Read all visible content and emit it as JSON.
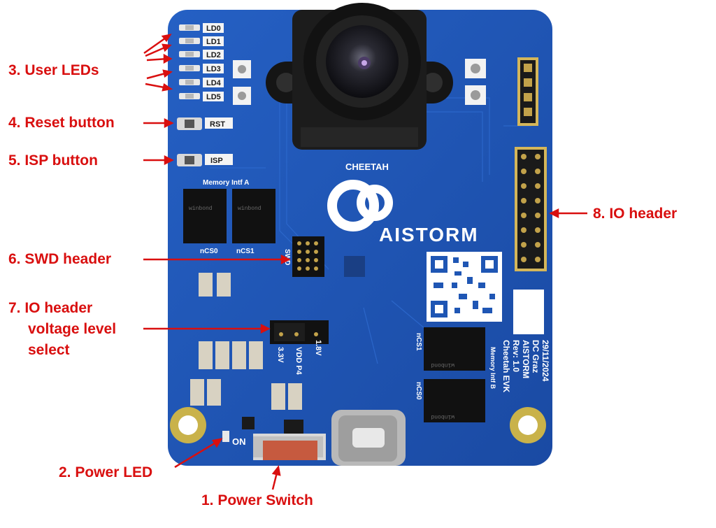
{
  "callouts": {
    "user_leds": "3. User LEDs",
    "reset_button": "4. Reset button",
    "isp_button": "5. ISP button",
    "swd_header": "6. SWD header",
    "io_voltage_line1": "7. IO header",
    "io_voltage_line2": "voltage level",
    "io_voltage_line3": "select",
    "io_header": "8. IO header",
    "power_led": "2. Power LED",
    "power_switch": "1. Power Switch"
  },
  "board_silk": {
    "leds": [
      "LD0",
      "LD1",
      "LD2",
      "LD3",
      "LD4",
      "LD5"
    ],
    "rst": "RST",
    "isp": "ISP",
    "camera_label": "CHEETAH",
    "brand": "AISTORM",
    "mem_a": "Memory Intf A",
    "ncs0": "nCS0",
    "ncs1": "nCS1",
    "swd": "SWD",
    "v33": "3.3V",
    "vddp4": "VDD P4",
    "v18": "1.8V",
    "on": "ON",
    "ncs1_b": "nCS1",
    "ncs0_b": "nCS0",
    "mem_b": "Memory Intf B",
    "info": [
      "Cheetah EVK",
      "Rev: 1.0",
      "AISTORM",
      "DC Graz",
      "29/11/2024"
    ],
    "chip_brand": "winbond"
  },
  "colors": {
    "pcb": "#1f56b4",
    "callout": "#d90f0f"
  }
}
